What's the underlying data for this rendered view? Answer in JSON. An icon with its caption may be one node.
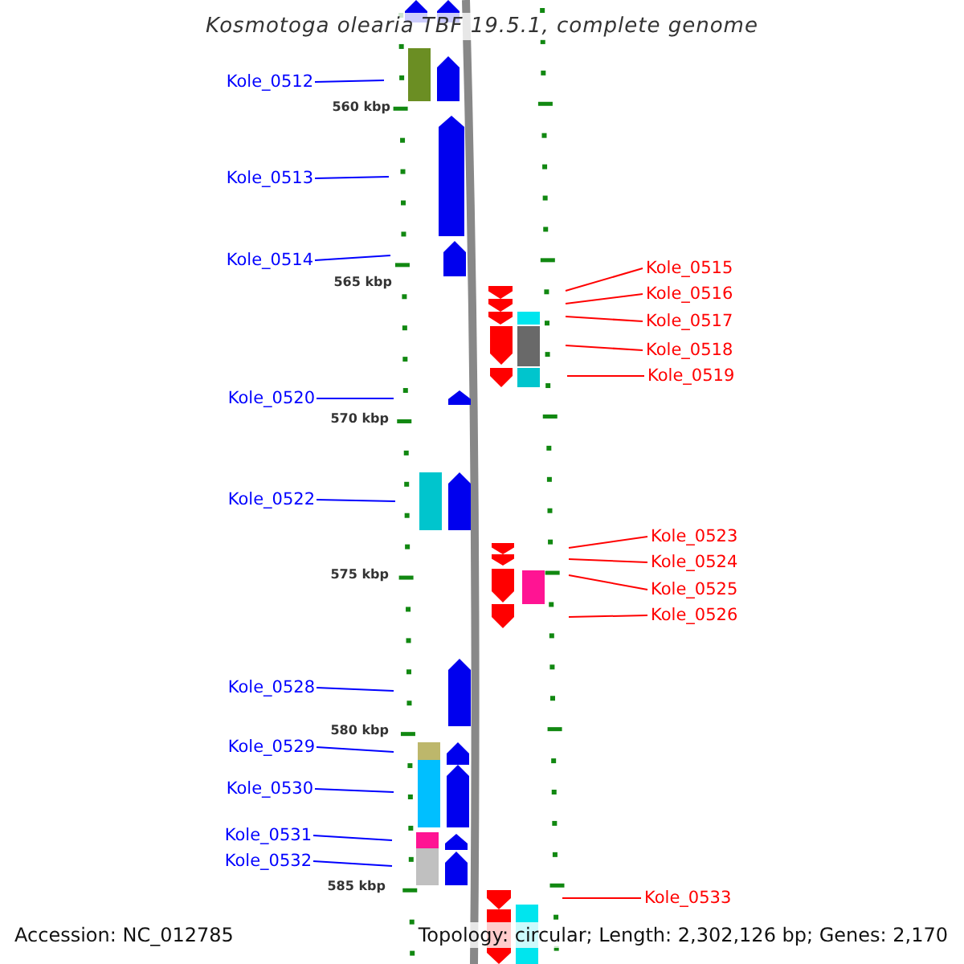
{
  "diagram": {
    "title": "Kosmotoga olearia TBF 19.5.1, complete genome",
    "nodes": [
      {
        "text": [
          "Kole_0512"
        ]
      },
      {
        "text": [
          "Kole_0513"
        ]
      },
      {
        "text": [
          "Kole_0514"
        ]
      },
      {
        "text": [
          "Kole_0515"
        ]
      },
      {
        "text": [
          "Kole_0516"
        ]
      },
      {
        "text": [
          "Kole_0517"
        ]
      },
      {
        "text": [
          "Kole_0518"
        ]
      },
      {
        "text": [
          "Kole_0519"
        ]
      },
      {
        "text": [
          "Kole_0520"
        ]
      },
      {
        "text": [
          "Kole_0522"
        ]
      },
      {
        "text": [
          "Kole_0523"
        ]
      },
      {
        "text": [
          "Kole_0524"
        ]
      },
      {
        "text": [
          "Kole_0525"
        ]
      },
      {
        "text": [
          "Kole_0526"
        ]
      },
      {
        "text": [
          "Kole_0528"
        ]
      },
      {
        "text": [
          "Kole_0529"
        ]
      },
      {
        "text": [
          "Kole_0530"
        ]
      },
      {
        "text": [
          "Kole_0531"
        ]
      },
      {
        "text": [
          "Kole_0532"
        ]
      },
      {
        "text": [
          "Kole_0533"
        ]
      }
    ],
    "edges": [
      {
        "from": 0,
        "to": null,
        "arrow": "none"
      },
      {
        "from": 1,
        "to": null,
        "arrow": "none"
      },
      {
        "from": 2,
        "to": null,
        "arrow": "none"
      },
      {
        "from": 3,
        "to": null,
        "arrow": "none",
        "color": "#ff0000"
      },
      {
        "from": 4,
        "to": null,
        "arrow": "none",
        "color": "#ff0000"
      },
      {
        "from": 5,
        "to": null,
        "arrow": "none",
        "color": "#ff0000"
      },
      {
        "from": 6,
        "to": null,
        "arrow": "none",
        "color": "#ff0000"
      },
      {
        "from": 7,
        "to": null,
        "arrow": "none",
        "color": "#ff0000"
      },
      {
        "from": 8,
        "to": null,
        "arrow": "none"
      },
      {
        "from": 9,
        "to": null,
        "arrow": "none"
      },
      {
        "from": 10,
        "to": null,
        "arrow": "none",
        "color": "#ff0000"
      },
      {
        "from": 11,
        "to": null,
        "arrow": "none",
        "color": "#ff0000"
      },
      {
        "from": 12,
        "to": null,
        "arrow": "none",
        "color": "#ff0000"
      },
      {
        "from": 13,
        "to": null,
        "arrow": "none",
        "color": "#ff0000"
      },
      {
        "from": 14,
        "to": null,
        "arrow": "none"
      },
      {
        "from": 15,
        "to": null,
        "arrow": "none"
      },
      {
        "from": 16,
        "to": null,
        "arrow": "none"
      },
      {
        "from": 17,
        "to": null,
        "arrow": "none"
      },
      {
        "from": 18,
        "to": null,
        "arrow": "none"
      },
      {
        "from": 19,
        "to": null,
        "arrow": "none",
        "color": "#ff0000"
      }
    ],
    "labels": [
      "560 kbp",
      "565 kbp",
      "570 kbp",
      "575 kbp",
      "580 kbp",
      "585 kbp",
      "Accession: NC_012785",
      "Topology: circular; Length: 2,302,126 bp; Genes: 2,170"
    ]
  }
}
